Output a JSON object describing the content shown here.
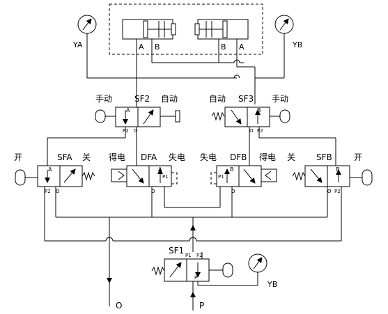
{
  "gauges": {
    "ya": "YA",
    "yb_top": "YB",
    "yb_bottom": "YB"
  },
  "cylinder_left": {
    "port_a": "A",
    "port_b": "B"
  },
  "cylinder_right": {
    "port_b": "B",
    "port_a": "A"
  },
  "sf2": {
    "name": "SF2",
    "left_label": "手动",
    "right_label": "自动",
    "port_a": "A",
    "port_p2": "P2",
    "port_o": "O"
  },
  "sf3": {
    "name": "SF3",
    "left_label": "自动",
    "right_label": "手动",
    "port_b": "B",
    "port_o": "O",
    "port_p2": "P2"
  },
  "sfa": {
    "name": "SFA",
    "left_label": "开",
    "right_label": "关",
    "port_a": "A",
    "port_p2": "P2",
    "port_o": "O"
  },
  "dfa": {
    "name": "DFA",
    "left_label": "得电",
    "right_label": "失电",
    "port_o": "O",
    "port_a": "A",
    "port_p1": "P1"
  },
  "dfb": {
    "name": "DFB",
    "left_label": "失电",
    "right_label": "得电",
    "port_p1": "P1",
    "port_b": "B",
    "port_o": "O"
  },
  "sfb": {
    "name": "SFB",
    "left_label": "关",
    "right_label": "开",
    "port_b": "B",
    "port_o": "O",
    "port_p2": "P2"
  },
  "sf1": {
    "name": "SF1",
    "port_p1": "P1",
    "port_p2": "P2",
    "port_p": "P"
  },
  "terminals": {
    "o": "O",
    "p": "P"
  }
}
